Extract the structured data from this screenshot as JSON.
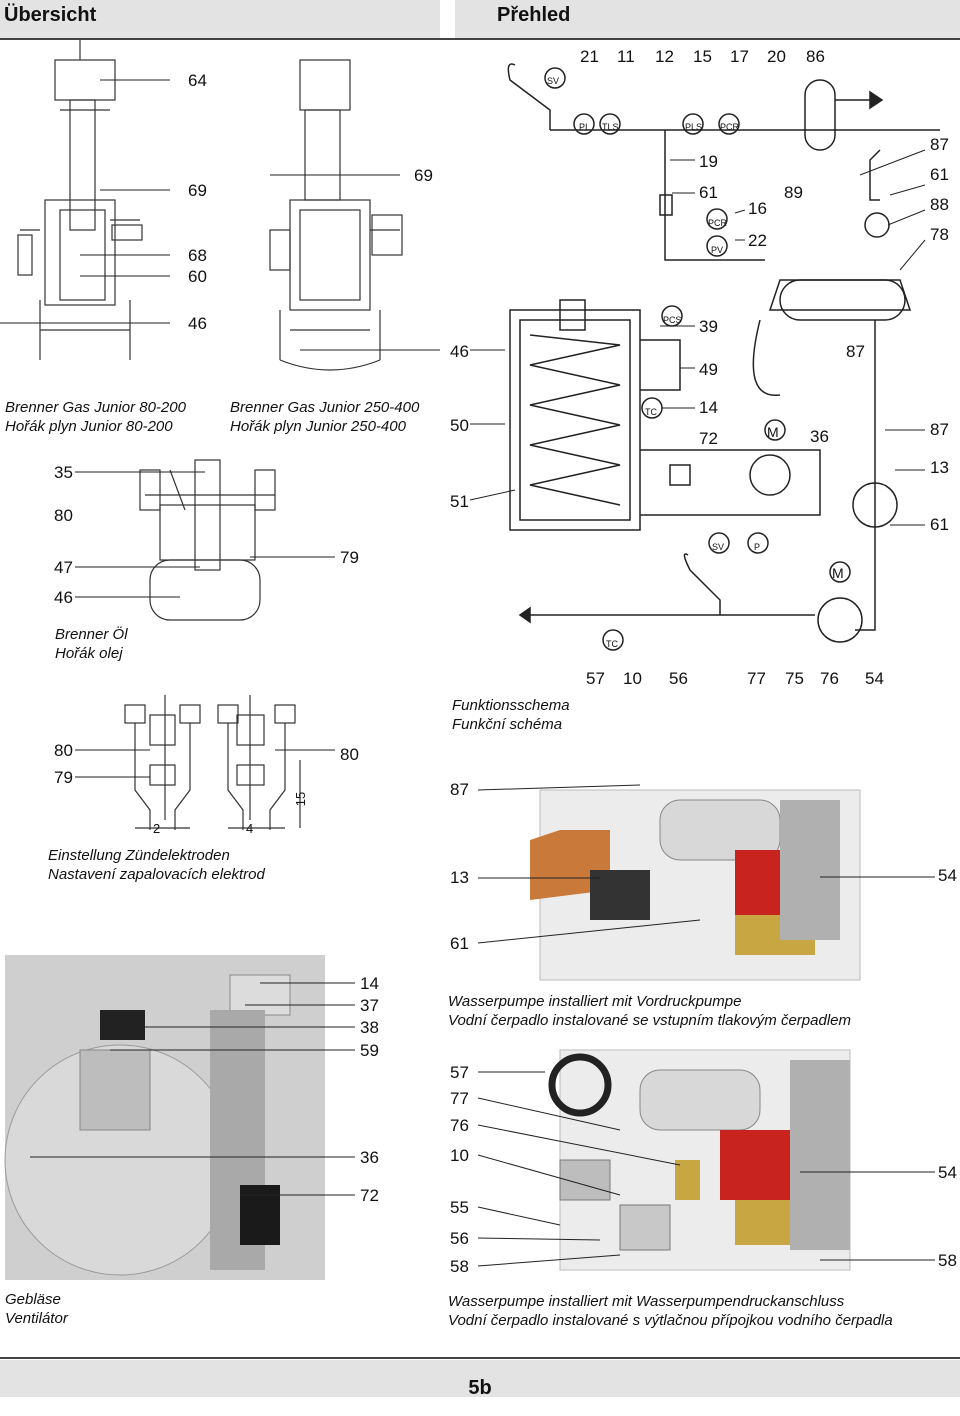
{
  "header": {
    "left": "Übersicht",
    "right": "Přehled"
  },
  "captions": {
    "gas80": "Brenner Gas Junior 80-200\nHořák plyn Junior 80-200",
    "gas250": "Brenner Gas Junior 250-400\nHořák plyn Junior 250-400",
    "oil": "Brenner Öl\nHořák olej",
    "electrodes": "Einstellung Zündelektroden\nNastavení zapalovacích elektrod",
    "schema": "Funktionsschema\nFunkční schéma",
    "pump_pre": "Wasserpumpe installiert mit Vordruckpumpe\nVodní čerpadlo instalované se vstupním tlakovým čerpadlem",
    "blower": "Gebläse\nVentilátor",
    "pump_end": "Wasserpumpe installiert mit Wasserpumpendruckanschluss\nVodní čerpadlo instalované s výtlačnou přípojkou vodního čerpadla"
  },
  "labels": {
    "burner_gas": [
      "64",
      "69",
      "69",
      "68",
      "60",
      "46"
    ],
    "burner_oil": [
      "35",
      "80",
      "47",
      "46",
      "79"
    ],
    "electrode": [
      "80",
      "79",
      "80",
      "2",
      "4",
      "15"
    ],
    "schema_left": [
      "46",
      "50",
      "51"
    ],
    "schema_top": [
      "21",
      "11",
      "12",
      "15",
      "17",
      "20",
      "86"
    ],
    "schema_mid": [
      "19",
      "61",
      "16",
      "22",
      "89",
      "39",
      "49",
      "87",
      "14",
      "72",
      "36"
    ],
    "schema_right": [
      "87",
      "61",
      "88",
      "78",
      "87",
      "13",
      "61"
    ],
    "schema_bottom": [
      "57",
      "10",
      "56",
      "77",
      "75",
      "76",
      "54"
    ],
    "schema_tags": [
      "SV",
      "PI",
      "TLS",
      "PLS",
      "PCR",
      "PCR",
      "PV",
      "PCS",
      "TC",
      "M",
      "SV",
      "P",
      "M",
      "TC"
    ],
    "pump1": [
      "87",
      "13",
      "54",
      "61"
    ],
    "blower": [
      "14",
      "37",
      "38",
      "59",
      "36",
      "72"
    ],
    "pump2": [
      "57",
      "77",
      "76",
      "10",
      "54",
      "55",
      "56",
      "58",
      "58"
    ]
  },
  "page_number": "5b"
}
